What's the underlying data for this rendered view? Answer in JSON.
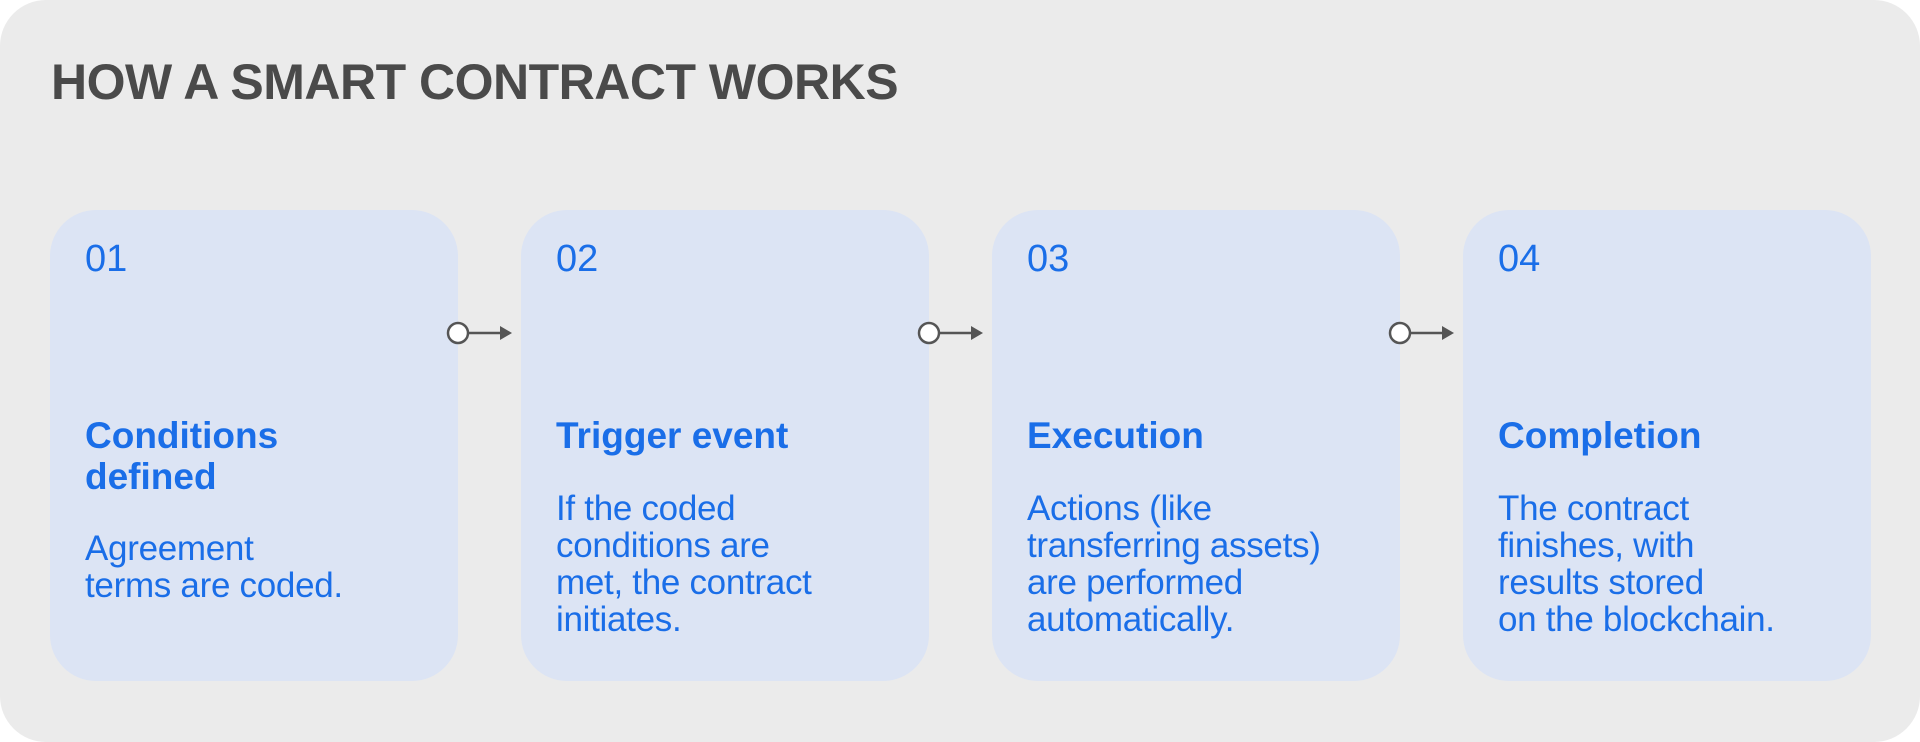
{
  "title": "HOW A SMART CONTRACT WORKS",
  "colors": {
    "background": "#ebebeb",
    "card": "#dce4f4",
    "accent": "#1a6ee8",
    "title": "#4a4a4a",
    "connector": "#555555"
  },
  "steps": [
    {
      "number": "01",
      "title_lines": [
        "Conditions",
        "defined"
      ],
      "description_lines": [
        "Agreement",
        "terms are coded."
      ]
    },
    {
      "number": "02",
      "title_lines": [
        "Trigger event"
      ],
      "description_lines": [
        "If the coded",
        "conditions are",
        "met, the contract",
        "initiates."
      ]
    },
    {
      "number": "03",
      "title_lines": [
        "Execution"
      ],
      "description_lines": [
        "Actions (like",
        "transferring assets)",
        "are performed",
        "automatically."
      ]
    },
    {
      "number": "04",
      "title_lines": [
        "Completion"
      ],
      "description_lines": [
        "The contract",
        "finishes, with",
        "results stored",
        "on the blockchain."
      ]
    }
  ],
  "connector_icon": "circle-arrow-right-icon"
}
